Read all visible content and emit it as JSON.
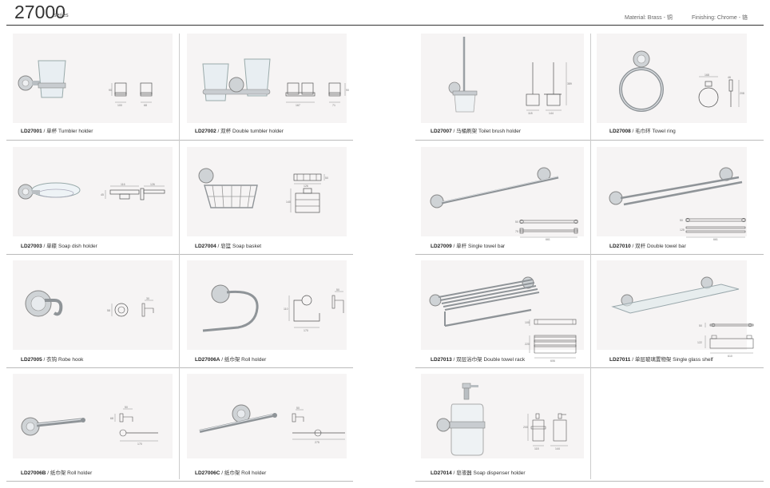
{
  "header": {
    "series_number": "27000",
    "series_word": "series",
    "material": "Material: Brass - 铜",
    "finishing": "Finishing: Chrome - 铬"
  },
  "products": [
    {
      "code": "LD27001",
      "sep": " / ",
      "name": "单杯 Tumbler holder",
      "icon": "tumbler-holder-icon"
    },
    {
      "code": "LD27002",
      "sep": " / ",
      "name": "双杯 Double tumbler holder",
      "icon": "double-tumbler-holder-icon"
    },
    {
      "code": "LD27007",
      "sep": " / ",
      "name": "马桶刷架 Toilet brush holder",
      "icon": "toilet-brush-holder-icon"
    },
    {
      "code": "LD27008",
      "sep": " / ",
      "name": "毛巾环 Towel ring",
      "icon": "towel-ring-icon"
    },
    {
      "code": "LD27003",
      "sep": " / ",
      "name": "单碟 Soap dish holder",
      "icon": "soap-dish-icon"
    },
    {
      "code": "LD27004",
      "sep": " / ",
      "name": "皂篮 Soap basket",
      "icon": "soap-basket-icon"
    },
    {
      "code": "LD27009",
      "sep": " / ",
      "name": "单杆 Single towel bar",
      "icon": "single-towel-bar-icon"
    },
    {
      "code": "LD27010",
      "sep": " / ",
      "name": "双杆 Double towel bar",
      "icon": "double-towel-bar-icon"
    },
    {
      "code": "LD27005",
      "sep": " / ",
      "name": "衣钩 Robe hook",
      "icon": "robe-hook-icon"
    },
    {
      "code": "LD27006A",
      "sep": " / ",
      "name": "纸巾架 Roll holder",
      "icon": "roll-holder-a-icon"
    },
    {
      "code": "LD27013",
      "sep": " / ",
      "name": "双层浴巾架 Double towel rack",
      "icon": "double-towel-rack-icon"
    },
    {
      "code": "LD27011",
      "sep": " / ",
      "name": "单层玻璃置物架 Single glass shelf",
      "icon": "glass-shelf-icon"
    },
    {
      "code": "LD27006B",
      "sep": " / ",
      "name": "纸巾架 Roll holder",
      "icon": "roll-holder-b-icon"
    },
    {
      "code": "LD27006C",
      "sep": " / ",
      "name": "纸巾架 Roll holder",
      "icon": "roll-holder-c-icon"
    },
    {
      "code": "LD27014",
      "sep": " / ",
      "name": "皂液器 Soap dispenser holder",
      "icon": "soap-dispenser-icon"
    }
  ],
  "dimensions": {
    "p1": [
      "90",
      "100",
      "68"
    ],
    "p2": [
      "167",
      "71",
      "90"
    ],
    "p3": [
      "389",
      "118",
      "144"
    ],
    "p4": [
      "168",
      "46",
      "208"
    ],
    "p5": [
      "116",
      "126",
      "45"
    ],
    "p6": [
      "126",
      "50",
      "140"
    ],
    "p7": [
      "661",
      "50",
      "75"
    ],
    "p8": [
      "661",
      "50",
      "125"
    ],
    "p9": [
      "30",
      "58"
    ],
    "p10": [
      "50",
      "170",
      "110"
    ],
    "p11": [
      "606",
      "100",
      "220"
    ],
    "p12": [
      "610",
      "50",
      "122"
    ],
    "p13": [
      "50",
      "170",
      "68"
    ],
    "p14": [
      "50",
      "275"
    ],
    "p15": [
      "200",
      "118",
      "144"
    ]
  }
}
